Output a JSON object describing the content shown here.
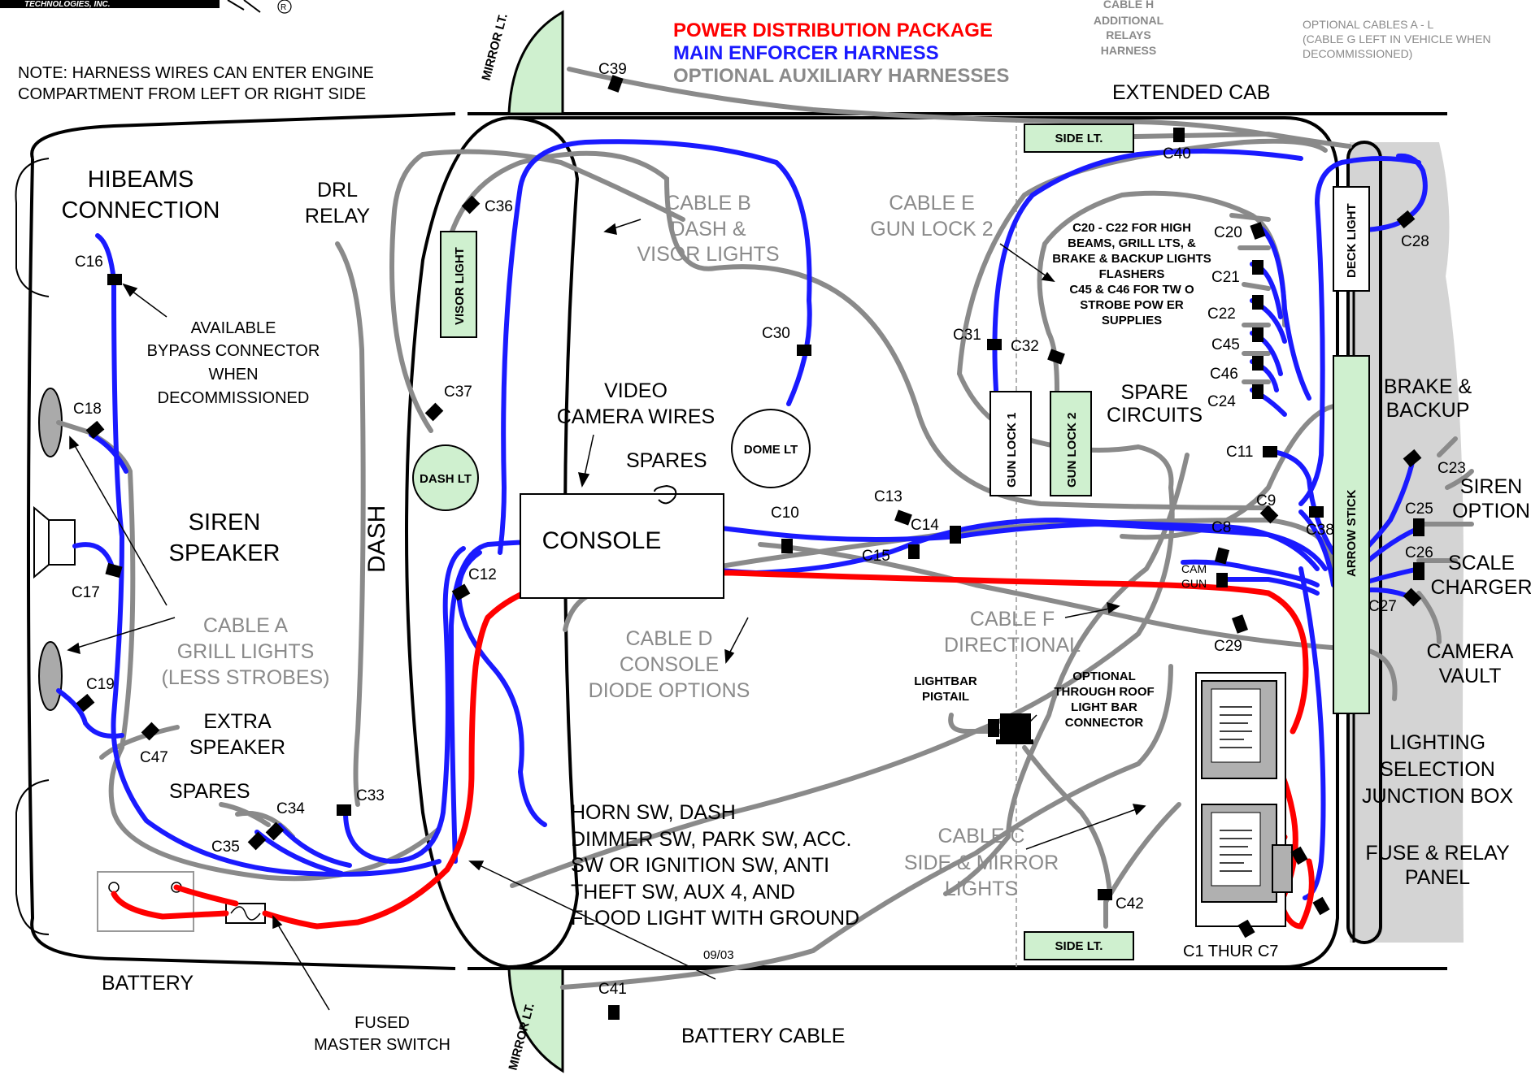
{
  "logo": {
    "text": "TECHNOLOGIES, INC."
  },
  "legend": {
    "power": "POWER DISTRIBUTION PACKAGE",
    "main": "MAIN ENFORCER HARNESS",
    "optional": "OPTIONAL AUXILIARY HARNESSES",
    "colors": {
      "power": "#ff0000",
      "main": "#1a1aff",
      "optional": "#8a8a8a"
    }
  },
  "notes": {
    "harness_line1": "NOTE: HARNESS WIRES CAN ENTER ENGINE",
    "harness_line2": "COMPARTMENT FROM LEFT OR RIGHT SIDE",
    "cable_h": [
      "CABLE H",
      "ADDITIONAL",
      "RELAYS",
      "HARNESS"
    ],
    "optional_cables": [
      "OPTIONAL CABLES A - L",
      "(CABLE G LEFT IN VEHICLE WHEN",
      "DECOMMISSIONED)"
    ],
    "date": "09/03"
  },
  "labels": {
    "extended_cab": "EXTENDED CAB",
    "hibeams": [
      "HIBEAMS",
      "CONNECTION"
    ],
    "drl": [
      "DRL",
      "RELAY"
    ],
    "bypass": [
      "AVAILABLE",
      "BYPASS CONNECTOR",
      "WHEN",
      "DECOMMISSIONED"
    ],
    "siren_speaker": [
      "SIREN",
      "SPEAKER"
    ],
    "dash": "DASH",
    "cable_a": [
      "CABLE A",
      "GRILL LIGHTS",
      "(LESS STROBES)"
    ],
    "extra_speaker": [
      "EXTRA",
      "SPEAKER"
    ],
    "spares_left": "SPARES",
    "battery": "BATTERY",
    "fused": [
      "FUSED",
      "MASTER SWITCH"
    ],
    "battery_cable": "BATTERY CABLE",
    "horn": [
      "HORN SW, DASH",
      "DIMMER SW, PARK SW, ACC.",
      "SW OR IGNITION SW, ANTI",
      "THEFT SW, AUX 4, AND",
      "FLOOD LIGHT WITH GROUND"
    ],
    "video": [
      "VIDEO",
      "CAMERA WIRES"
    ],
    "spares_console": "SPARES",
    "console": "CONSOLE",
    "cable_b": [
      "CABLE B",
      "DASH &",
      "VISOR LIGHTS"
    ],
    "cable_d": [
      "CABLE D",
      "CONSOLE",
      "DIODE OPTIONS"
    ],
    "cable_e": [
      "CABLE E",
      "GUN LOCK 2"
    ],
    "cable_f": [
      "CABLE F",
      "DIRECTIONAL"
    ],
    "cable_c": [
      "CABLE C",
      "SIDE & MIRROR",
      "LIGHTS"
    ],
    "relay_note": [
      "C20 - C22 FOR HIGH",
      "BEAMS, GRILL LTS, &",
      "BRAKE & BACKUP LIGHTS",
      "FLASHERS",
      "C45 & C46 FOR TW O",
      "STROBE POW ER",
      "SUPPLIES"
    ],
    "spare_circuits": [
      "SPARE",
      "CIRCUITS"
    ],
    "lightbar": [
      "LIGHTBAR",
      "PIGTAIL"
    ],
    "roof": [
      "OPTIONAL",
      "THROUGH ROOF",
      "LIGHT BAR",
      "CONNECTOR"
    ],
    "brake": [
      "BRAKE &",
      "BACKUP"
    ],
    "siren_option": [
      "SIREN",
      "OPTION"
    ],
    "scale": [
      "SCALE",
      "CHARGER"
    ],
    "camera_vault": [
      "CAMERA",
      "VAULT"
    ],
    "lighting_box": [
      "LIGHTING",
      "SELECTION",
      "JUNCTION BOX"
    ],
    "fuse_panel": [
      "FUSE & RELAY",
      "PANEL"
    ],
    "c1_c7": "C1 THUR C7",
    "cam": "CAM",
    "gun": "GUN"
  },
  "components": {
    "mirror_lt": "MIRROR LT.",
    "visor_light": "VISOR LIGHT",
    "dash_lt": "DASH LT",
    "dome_lt": "DOME LT",
    "side_lt": "SIDE LT.",
    "gun_lock_1": "GUN LOCK 1",
    "gun_lock_2": "GUN LOCK 2",
    "deck_light": "DECK LIGHT",
    "arrow_stick": "ARROW STICK"
  },
  "connectors": {
    "c16": "C16",
    "c17": "C17",
    "c18": "C18",
    "c19": "C19",
    "c47": "C47",
    "c34": "C34",
    "c35": "C35",
    "c33": "C33",
    "c36": "C36",
    "c37": "C37",
    "c12": "C12",
    "c30": "C30",
    "c10": "C10",
    "c13": "C13",
    "c14": "C14",
    "c15": "C15",
    "c39": "C39",
    "c40": "C40",
    "c41": "C41",
    "c42": "C42",
    "c31": "C31",
    "c32": "C32",
    "c20": "C20",
    "c21": "C21",
    "c22": "C22",
    "c45": "C45",
    "c46": "C46",
    "c24": "C24",
    "c11": "C11",
    "c9": "C9",
    "c8": "C8",
    "c38": "C38",
    "c28": "C28",
    "c23": "C23",
    "c25": "C25",
    "c26": "C26",
    "c27": "C27",
    "c29": "C29"
  }
}
